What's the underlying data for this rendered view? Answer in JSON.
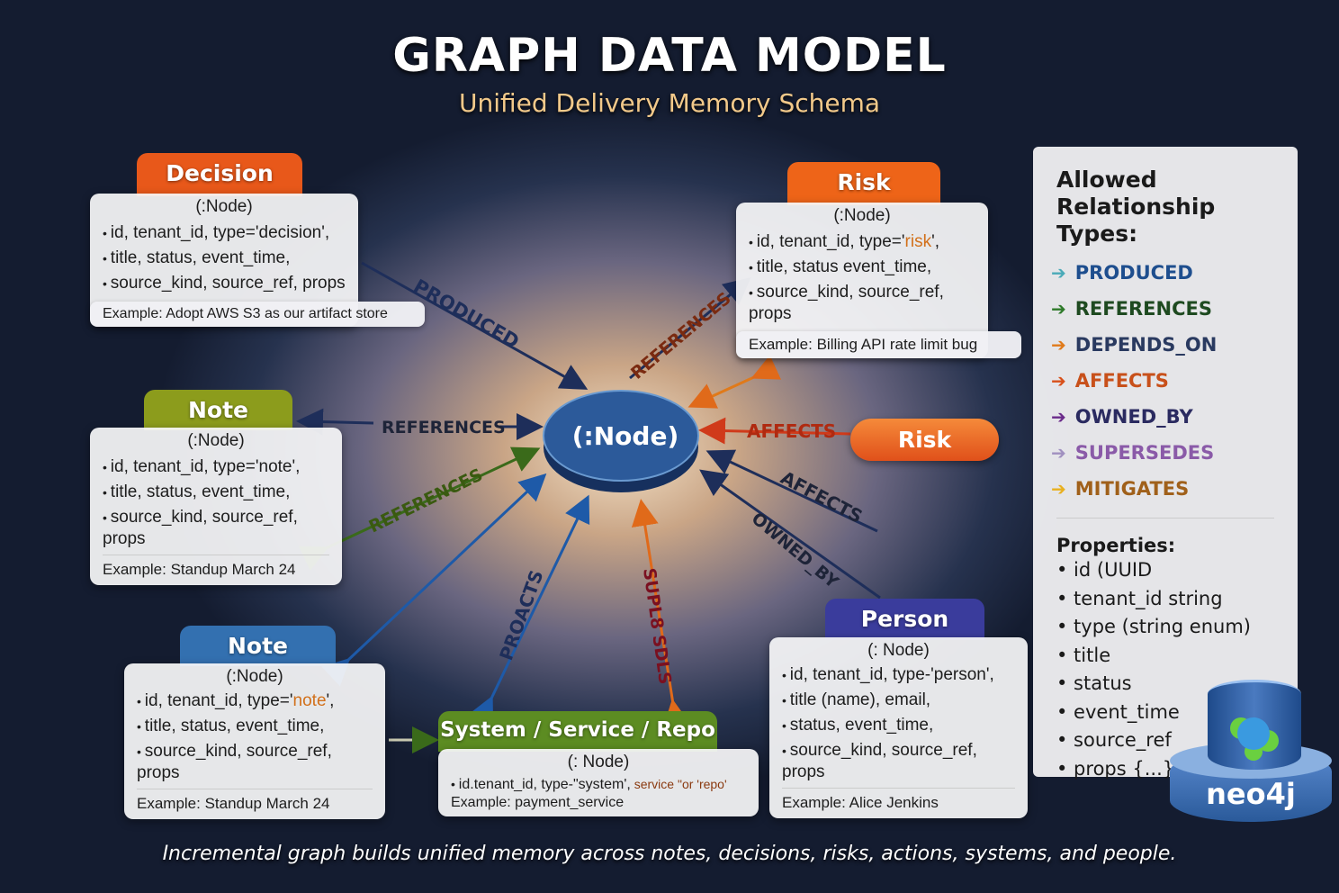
{
  "title": "GRAPH DATA MODEL",
  "subtitle": "Unified Delivery Memory Schema",
  "center_node": "(:Node)",
  "nodes": {
    "decision": {
      "label": "Decision",
      "node": "(:Node)",
      "props": [
        "id, tenant_id, type='decision',",
        "title, status, event_time,",
        "source_kind, source_ref, props"
      ],
      "example": "Example: Adopt AWS S3 as our artifact store",
      "color": "#e8581a"
    },
    "risk_top": {
      "label": "Risk",
      "node": "(:Node)",
      "props_a": "id, tenant_id, type='",
      "props_a_hl": "risk",
      "props_a_end": "',",
      "props": [
        "title, status event_time,",
        "source_kind, source_ref, props"
      ],
      "example": "Example: Billing API rate limit bug",
      "color": "#ee6418"
    },
    "note1": {
      "label": "Note",
      "node": "(:Node)",
      "props": [
        "id, tenant_id, type='note',",
        "title, status, event_time,",
        "source_kind, source_ref, props"
      ],
      "example": "Example: Standup March 24",
      "color": "#8c9c1c"
    },
    "note2": {
      "label": "Note",
      "node": "(:Node)",
      "props_a": "id, tenant_id, type='",
      "props_a_hl": "note",
      "props_a_end": "',",
      "props": [
        "title, status, event_time,",
        "source_kind, source_ref, props"
      ],
      "example": "Example: Standup March 24",
      "color": "#3370b0"
    },
    "system": {
      "label": "System / Service / Repo",
      "node": "(: Node)",
      "props_a": "id.tenant_id, type-\"system',",
      "props_a_hl": " service \"or 'repo'",
      "example": "Example: payment_service",
      "color": "#5c8c22"
    },
    "person": {
      "label": "Person",
      "node": "(: Node)",
      "props": [
        "id, tenant_id, type-'person',",
        "title (name), email,",
        "status, event_time,",
        "source_kind, source_ref, props"
      ],
      "example": "Example: Alice Jenkins",
      "color": "#3a3c9c"
    },
    "risk_pill": {
      "label": "Risk",
      "color": "#ee6418"
    }
  },
  "edges": {
    "produced": "PRODUCED",
    "references_top": "REFERENCES",
    "references_note": "REFERENCES",
    "references_diag": "REFERENCES",
    "affects_pill": "AFFECTS",
    "affects_diag": "AFFECTS",
    "owned_by": "OWNED_BY",
    "proacts": "PROACTS",
    "supersedes": "SUPL8 SDLS"
  },
  "panel": {
    "title": "Allowed Relationship Types:",
    "relationships": [
      {
        "name": "PRODUCED",
        "arrow_color": "#4aaab8",
        "text_color": "#1e4e8e"
      },
      {
        "name": "REFERENCES",
        "arrow_color": "#2e7a2a",
        "text_color": "#1e4a20"
      },
      {
        "name": "DEPENDS_ON",
        "arrow_color": "#e07a1a",
        "text_color": "#2a3a60"
      },
      {
        "name": "AFFECTS",
        "arrow_color": "#d8501a",
        "text_color": "#c8501a"
      },
      {
        "name": "OWNED_BY",
        "arrow_color": "#6a2a8a",
        "text_color": "#2a2a60"
      },
      {
        "name": "SUPERSEDES",
        "arrow_color": "#a090c0",
        "text_color": "#8a5aa8"
      },
      {
        "name": "MITIGATES",
        "arrow_color": "#e8b020",
        "text_color": "#a0601a"
      }
    ],
    "properties_title": "Properties:",
    "properties": [
      "id (UUID",
      "tenant_id string",
      "type (string enum)",
      "title",
      "status",
      "event_time",
      "source_ref",
      "props {...}"
    ]
  },
  "logo": "neo4j",
  "footer": "Incremental graph builds unified memory across notes, decisions, risks, actions, systems, and people."
}
